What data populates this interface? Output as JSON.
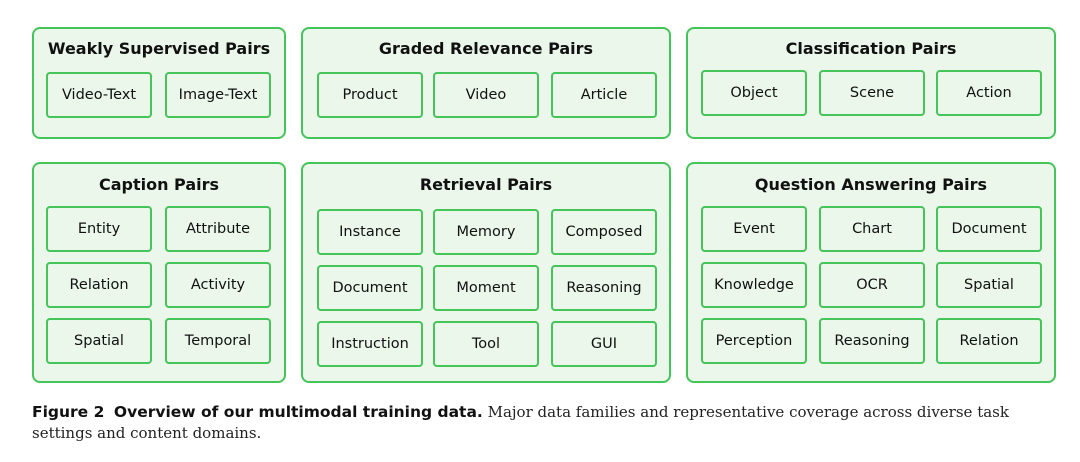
{
  "panels": {
    "weakly": {
      "title": "Weakly Supervised Pairs",
      "items": [
        "Video-Text",
        "Image-Text"
      ]
    },
    "graded": {
      "title": "Graded Relevance Pairs",
      "items": [
        "Product",
        "Video",
        "Article"
      ]
    },
    "classification": {
      "title": "Classification Pairs",
      "items": [
        "Object",
        "Scene",
        "Action"
      ]
    },
    "caption": {
      "title": "Caption Pairs",
      "items": [
        "Entity",
        "Attribute",
        "Relation",
        "Activity",
        "Spatial",
        "Temporal"
      ]
    },
    "retrieval": {
      "title": "Retrieval Pairs",
      "items": [
        "Instance",
        "Memory",
        "Composed",
        "Document",
        "Moment",
        "Reasoning",
        "Instruction",
        "Tool",
        "GUI"
      ]
    },
    "qa": {
      "title": "Question Answering Pairs",
      "items": [
        "Event",
        "Chart",
        "Document",
        "Knowledge",
        "OCR",
        "Spatial",
        "Perception",
        "Reasoning",
        "Relation"
      ]
    }
  },
  "caption": {
    "label": "Figure 2",
    "title": "Overview of our multimodal training data.",
    "text": "Major data families and representative coverage across diverse task settings and content domains."
  },
  "colors": {
    "border": "#45c45a",
    "fill": "#eaf7ea"
  }
}
